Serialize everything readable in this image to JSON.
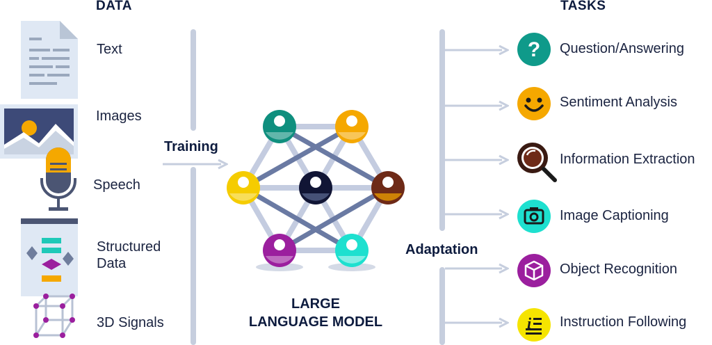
{
  "data_section": {
    "heading": "DATA",
    "items": [
      {
        "label": "Text",
        "icon": "document-icon"
      },
      {
        "label": "Images",
        "icon": "image-icon"
      },
      {
        "label": "Speech",
        "icon": "microphone-icon"
      },
      {
        "label": "Structured\nData",
        "icon": "flowchart-icon"
      },
      {
        "label": "3D Signals",
        "icon": "cube-wireframe-icon"
      }
    ]
  },
  "phases": {
    "training": "Training",
    "adaptation": "Adaptation"
  },
  "model": {
    "title_line1": "LARGE",
    "title_line2": "LANGUAGE MODEL",
    "node_colors": [
      "#0f8f7e",
      "#f5a800",
      "#f5cc00",
      "#111535",
      "#6e2a17",
      "#9b1f9e",
      "#1ee0cf"
    ]
  },
  "tasks_section": {
    "heading": "TASKS",
    "items": [
      {
        "label": "Question/Answering",
        "icon": "question-icon",
        "color": "#0f9a8a"
      },
      {
        "label": "Sentiment Analysis",
        "icon": "smiley-icon",
        "color": "#f5a800"
      },
      {
        "label": "Information Extraction",
        "icon": "magnifier-icon",
        "color": "#6e2a17"
      },
      {
        "label": "Image Captioning",
        "icon": "camera-icon",
        "color": "#1ee0cf"
      },
      {
        "label": "Object Recognition",
        "icon": "cube-icon",
        "color": "#9b1f9e"
      },
      {
        "label": "Instruction Following",
        "icon": "instruction-list-icon",
        "color": "#f5e400"
      }
    ]
  }
}
